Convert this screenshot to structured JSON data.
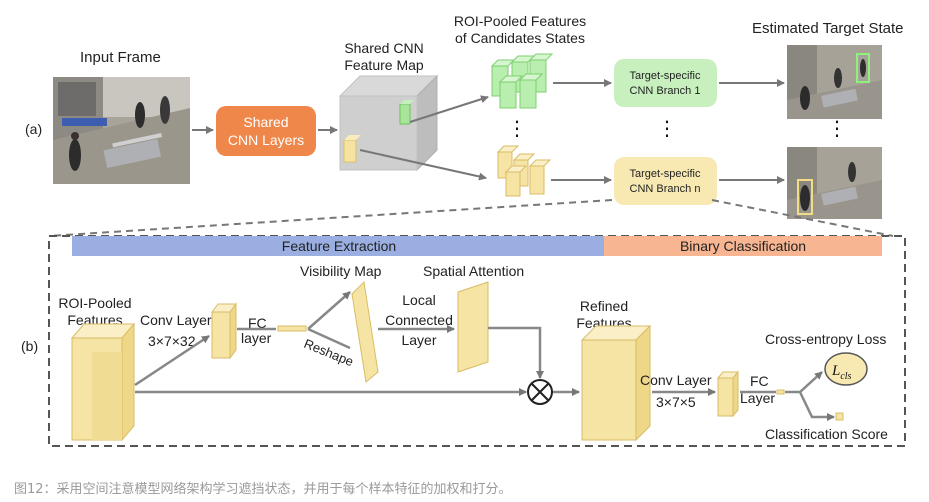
{
  "part_a": {
    "label": "(a)",
    "input_frame": "Input Frame",
    "shared_cnn_layers": [
      "Shared",
      "CNN Layers"
    ],
    "shared_feature_map": [
      "Shared CNN",
      "Feature Map"
    ],
    "roi_pooled_candidates": [
      "ROI-Pooled Features",
      "of Candidates States"
    ],
    "branch_1": [
      "Target-specific",
      "CNN Branch 1"
    ],
    "branch_n": [
      "Target-specific",
      "CNN Branch n"
    ],
    "estimated_target_state": "Estimated Target State"
  },
  "part_b": {
    "label": "(b)",
    "feature_extraction": "Feature Extraction",
    "binary_classification": "Binary Classification",
    "roi_pooled_features": [
      "ROI-Pooled",
      "Features"
    ],
    "conv_layer_1": "Conv Layer",
    "conv_dims_1": "3×7×32",
    "fc_layer_1": [
      "FC",
      "layer"
    ],
    "reshape": "Reshape",
    "visibility_map": "Visibility Map",
    "local_connected_layer": [
      "Local",
      "Connected",
      "Layer"
    ],
    "spatial_attention": "Spatial Attention",
    "refined_features": [
      "Refined",
      "Features"
    ],
    "conv_layer_2": "Conv Layer",
    "conv_dims_2": "3×7×5",
    "fc_layer_2": [
      "FC",
      "Layer"
    ],
    "cross_entropy_loss": "Cross-entropy Loss",
    "loss_symbol": "L",
    "loss_subscript": "cls",
    "classification_score": "Classification Score"
  },
  "caption": "图12：采用空间注意模型网络架构学习遮挡状态，并用于每个样本特征的加权和打分。",
  "colors": {
    "shared_cnn": "#f0874a",
    "green_box": "#b8eeae",
    "yellow_box": "#f6e4a4",
    "feature_extraction_bar": "#9aaee2",
    "binary_classification_bar": "#f7b591"
  }
}
